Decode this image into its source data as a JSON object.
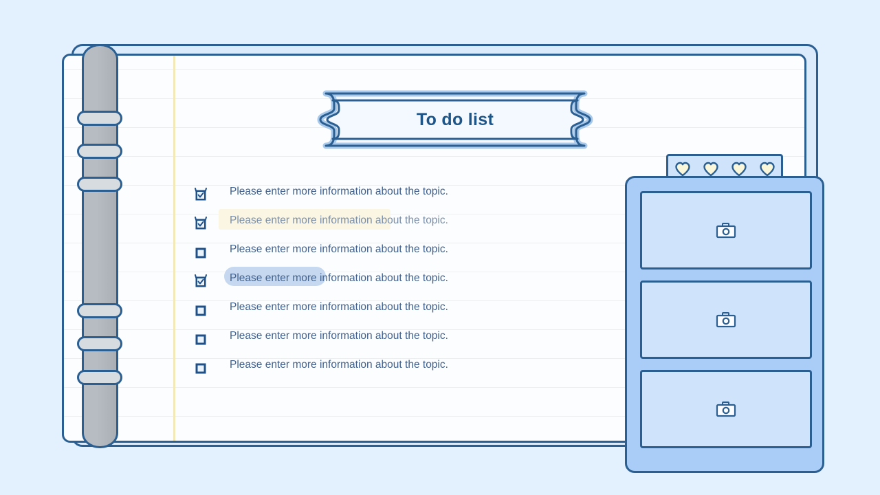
{
  "page": {
    "background_color": "#e3f0fd",
    "ink_color": "#2b5f91",
    "title": "To do list"
  },
  "notebook": {
    "spine": {
      "name": "spiral-binding",
      "ring_count": 6,
      "ring_positions_y": [
        161,
        209,
        257,
        441,
        489,
        538
      ]
    },
    "margin_line_color": "#f3e9b8",
    "rule_color": "#e6eefb",
    "rule_count": 14
  },
  "todo": {
    "checked_glyph": "checkbox-checked",
    "unchecked_glyph": "checkbox-empty",
    "items": [
      {
        "text": "Please enter more information about the topic.",
        "checked": true,
        "highlight": "none"
      },
      {
        "text": "Please enter more information about the topic.",
        "checked": true,
        "highlight": "yellow"
      },
      {
        "text": "Please enter more information about the topic.",
        "checked": false,
        "highlight": "none"
      },
      {
        "text": "Please enter more information about the topic.",
        "checked": true,
        "highlight": "blue"
      },
      {
        "text": "Please enter more information about the topic.",
        "checked": false,
        "highlight": "none"
      },
      {
        "text": "Please enter more information about the topic.",
        "checked": false,
        "highlight": "none"
      },
      {
        "text": "Please enter more information about the topic.",
        "checked": false,
        "highlight": "none"
      }
    ]
  },
  "sidebar": {
    "hearts": {
      "name": "heart-rating",
      "count": 4,
      "fill_color": "#fbf7da",
      "outline_color": "#2b5f91"
    },
    "photo_slots": [
      {
        "name": "photo-placeholder-1",
        "icon": "camera-icon"
      },
      {
        "name": "photo-placeholder-2",
        "icon": "camera-icon"
      },
      {
        "name": "photo-placeholder-3",
        "icon": "camera-icon"
      }
    ],
    "panel_color": "#a9cdf7",
    "slot_color": "#cfe4fb"
  }
}
